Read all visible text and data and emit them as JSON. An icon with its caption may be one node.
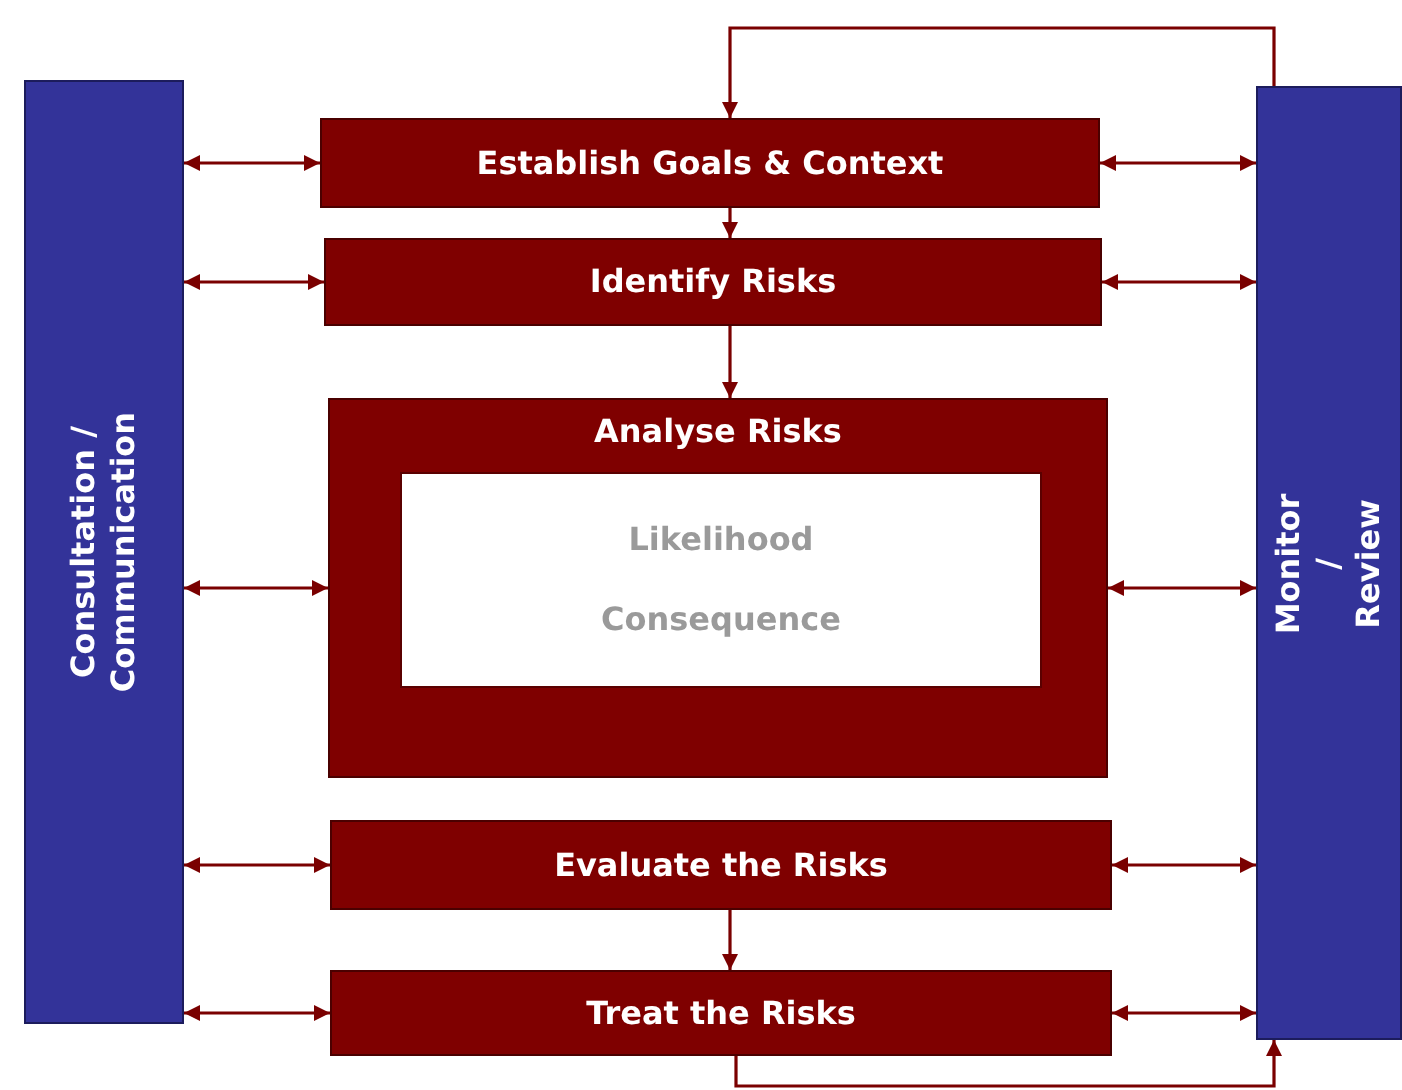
{
  "diagram": {
    "nodes": [
      {
        "text": [
          "Consultation / Communication"
        ]
      },
      {
        "text": [
          "Establish Goals & Context"
        ]
      },
      {
        "text": [
          "Identify Risks"
        ]
      },
      {
        "text": [
          "Analyse Risks"
        ]
      },
      {
        "text": [
          "Likelihood",
          "Consequence"
        ],
        "in": 3
      },
      {
        "text": [
          "Evaluate the Risks"
        ]
      },
      {
        "text": [
          "Treat the Risks"
        ]
      },
      {
        "text": [
          "Monitor / Review"
        ]
      }
    ],
    "edges": [
      {
        "from": 0,
        "to": 1,
        "arrow": "both"
      },
      {
        "from": 0,
        "to": 2,
        "arrow": "both"
      },
      {
        "from": 0,
        "to": 3,
        "arrow": "both"
      },
      {
        "from": 0,
        "to": 5,
        "arrow": "both"
      },
      {
        "from": 0,
        "to": 6,
        "arrow": "both"
      },
      {
        "from": 1,
        "to": 7,
        "arrow": "both"
      },
      {
        "from": 2,
        "to": 7,
        "arrow": "both"
      },
      {
        "from": 3,
        "to": 7,
        "arrow": "both"
      },
      {
        "from": 5,
        "to": 7,
        "arrow": "both"
      },
      {
        "from": 6,
        "to": 7,
        "arrow": "both"
      },
      {
        "from": 1,
        "to": 2,
        "arrow": "to"
      },
      {
        "from": 2,
        "to": 3,
        "arrow": "to"
      },
      {
        "from": 5,
        "to": 6,
        "arrow": "to"
      },
      {
        "from": 6,
        "to": 7,
        "arrow": "to"
      },
      {
        "from": 7,
        "to": 1,
        "arrow": "to"
      }
    ]
  }
}
